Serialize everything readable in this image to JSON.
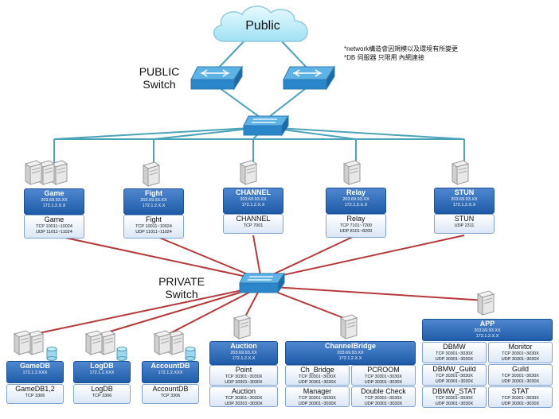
{
  "cloud_label": "Public",
  "public_switch_label": "PUBLIC\nSwitch",
  "private_switch_label": "PRIVATE\nSwitch",
  "notes": [
    "*network構造會因規模以及環境有所變更",
    "*DB 伺服器 只限用 內網連接"
  ],
  "colors": {
    "public_link": "#4aa3b7",
    "private_link": "#b5393a",
    "header_blue": "#2a67b3"
  },
  "public_servers": [
    {
      "name": "Game",
      "ip1": "203.69.93.XX",
      "ip2": "172.1.2.X.X",
      "sub_name": "Game",
      "ports": [
        "TCP 10011~10024",
        "UDP 11011~11024"
      ]
    },
    {
      "name": "Fight",
      "ip1": "203.69.93.XX",
      "ip2": "172.1.2.X.X",
      "sub_name": "Fight",
      "ports": [
        "TCP 10011~10024",
        "UDP 11011~11024"
      ]
    },
    {
      "name": "CHANNEL",
      "ip1": "203.69.93.XX",
      "ip2": "172.1.2.X.X",
      "sub_name": "CHANNEL",
      "ports": [
        "TCP 7001"
      ]
    },
    {
      "name": "Relay",
      "ip1": "203.69.93.XX",
      "ip2": "172.1.2.X.X",
      "sub_name": "Relay",
      "ports": [
        "TCP 7101~7200",
        "UDP 8101~8200"
      ]
    },
    {
      "name": "STUN",
      "ip1": "203.69.93.XX",
      "ip2": "172.1.2.X.X",
      "sub_name": "STUN",
      "ports": [
        "UDP 2311"
      ]
    }
  ],
  "db_servers": [
    {
      "name": "GameDB",
      "ip": "172.1.2.XXX",
      "sub_name": "GameDB1,2",
      "port": "TCP 3306"
    },
    {
      "name": "LogDB",
      "ip": "172.1.2.XXX",
      "sub_name": "LogDB",
      "port": "TCP 3306"
    },
    {
      "name": "AccountDB",
      "ip": "172.1.2.XXX",
      "sub_name": "AccountDB",
      "port": "TCP 3306"
    }
  ],
  "auction": {
    "name": "Auction",
    "ip1": "203.69.93.XX",
    "ip2": "172.1.2.X.X",
    "subs": [
      {
        "name": "Point",
        "ports": [
          "TCP 30301~3030X",
          "UDP 30301~3030X"
        ]
      },
      {
        "name": "Auction",
        "ports": [
          "TCP 30301~3030X",
          "UDP 30301~3030X"
        ]
      }
    ]
  },
  "channel_bridge": {
    "name": "ChannelBridge",
    "ip1": "203.69.93.XX",
    "ip2": "172.1.2.X.X",
    "subs": [
      {
        "name": "Ch_Bridge",
        "ports": [
          "TCP 30301~3030X",
          "UDP 30301~3030X"
        ]
      },
      {
        "name": "PCROOM",
        "ports": [
          "TCP 30301~3030X",
          "UDP 30301~3030X"
        ]
      },
      {
        "name": "Manager",
        "ports": [
          "TCP 30301~3030X",
          "UDP 30301~3030X"
        ]
      },
      {
        "name": "Double Check",
        "ports": [
          "TCP 30301~3030X",
          "UDP 30301~3030X"
        ]
      }
    ]
  },
  "app": {
    "name": "APP",
    "ip1": "203.69.93.XX",
    "ip2": "172.1.2.X.X",
    "subs": [
      {
        "name": "DBMW",
        "ports": [
          "TCP 30301~3030X",
          "UDP 30301~3030X"
        ]
      },
      {
        "name": "Monitor",
        "ports": [
          "TCP 30301~3030X",
          "UDP 30301~3030X"
        ]
      },
      {
        "name": "DBMW_Guild",
        "ports": [
          "TCP 30301~3030X",
          "UDP 30301~3030X"
        ]
      },
      {
        "name": "Guild",
        "ports": [
          "TCP 30301~3030X",
          "UDP 30301~3030X"
        ]
      },
      {
        "name": "DBMW_STAT",
        "ports": [
          "TCP 30301~3030X",
          "UDP 30301~3030X"
        ]
      },
      {
        "name": "STAT",
        "ports": [
          "TCP 30301~3030X",
          "UDP 30301~3030X"
        ]
      }
    ]
  }
}
